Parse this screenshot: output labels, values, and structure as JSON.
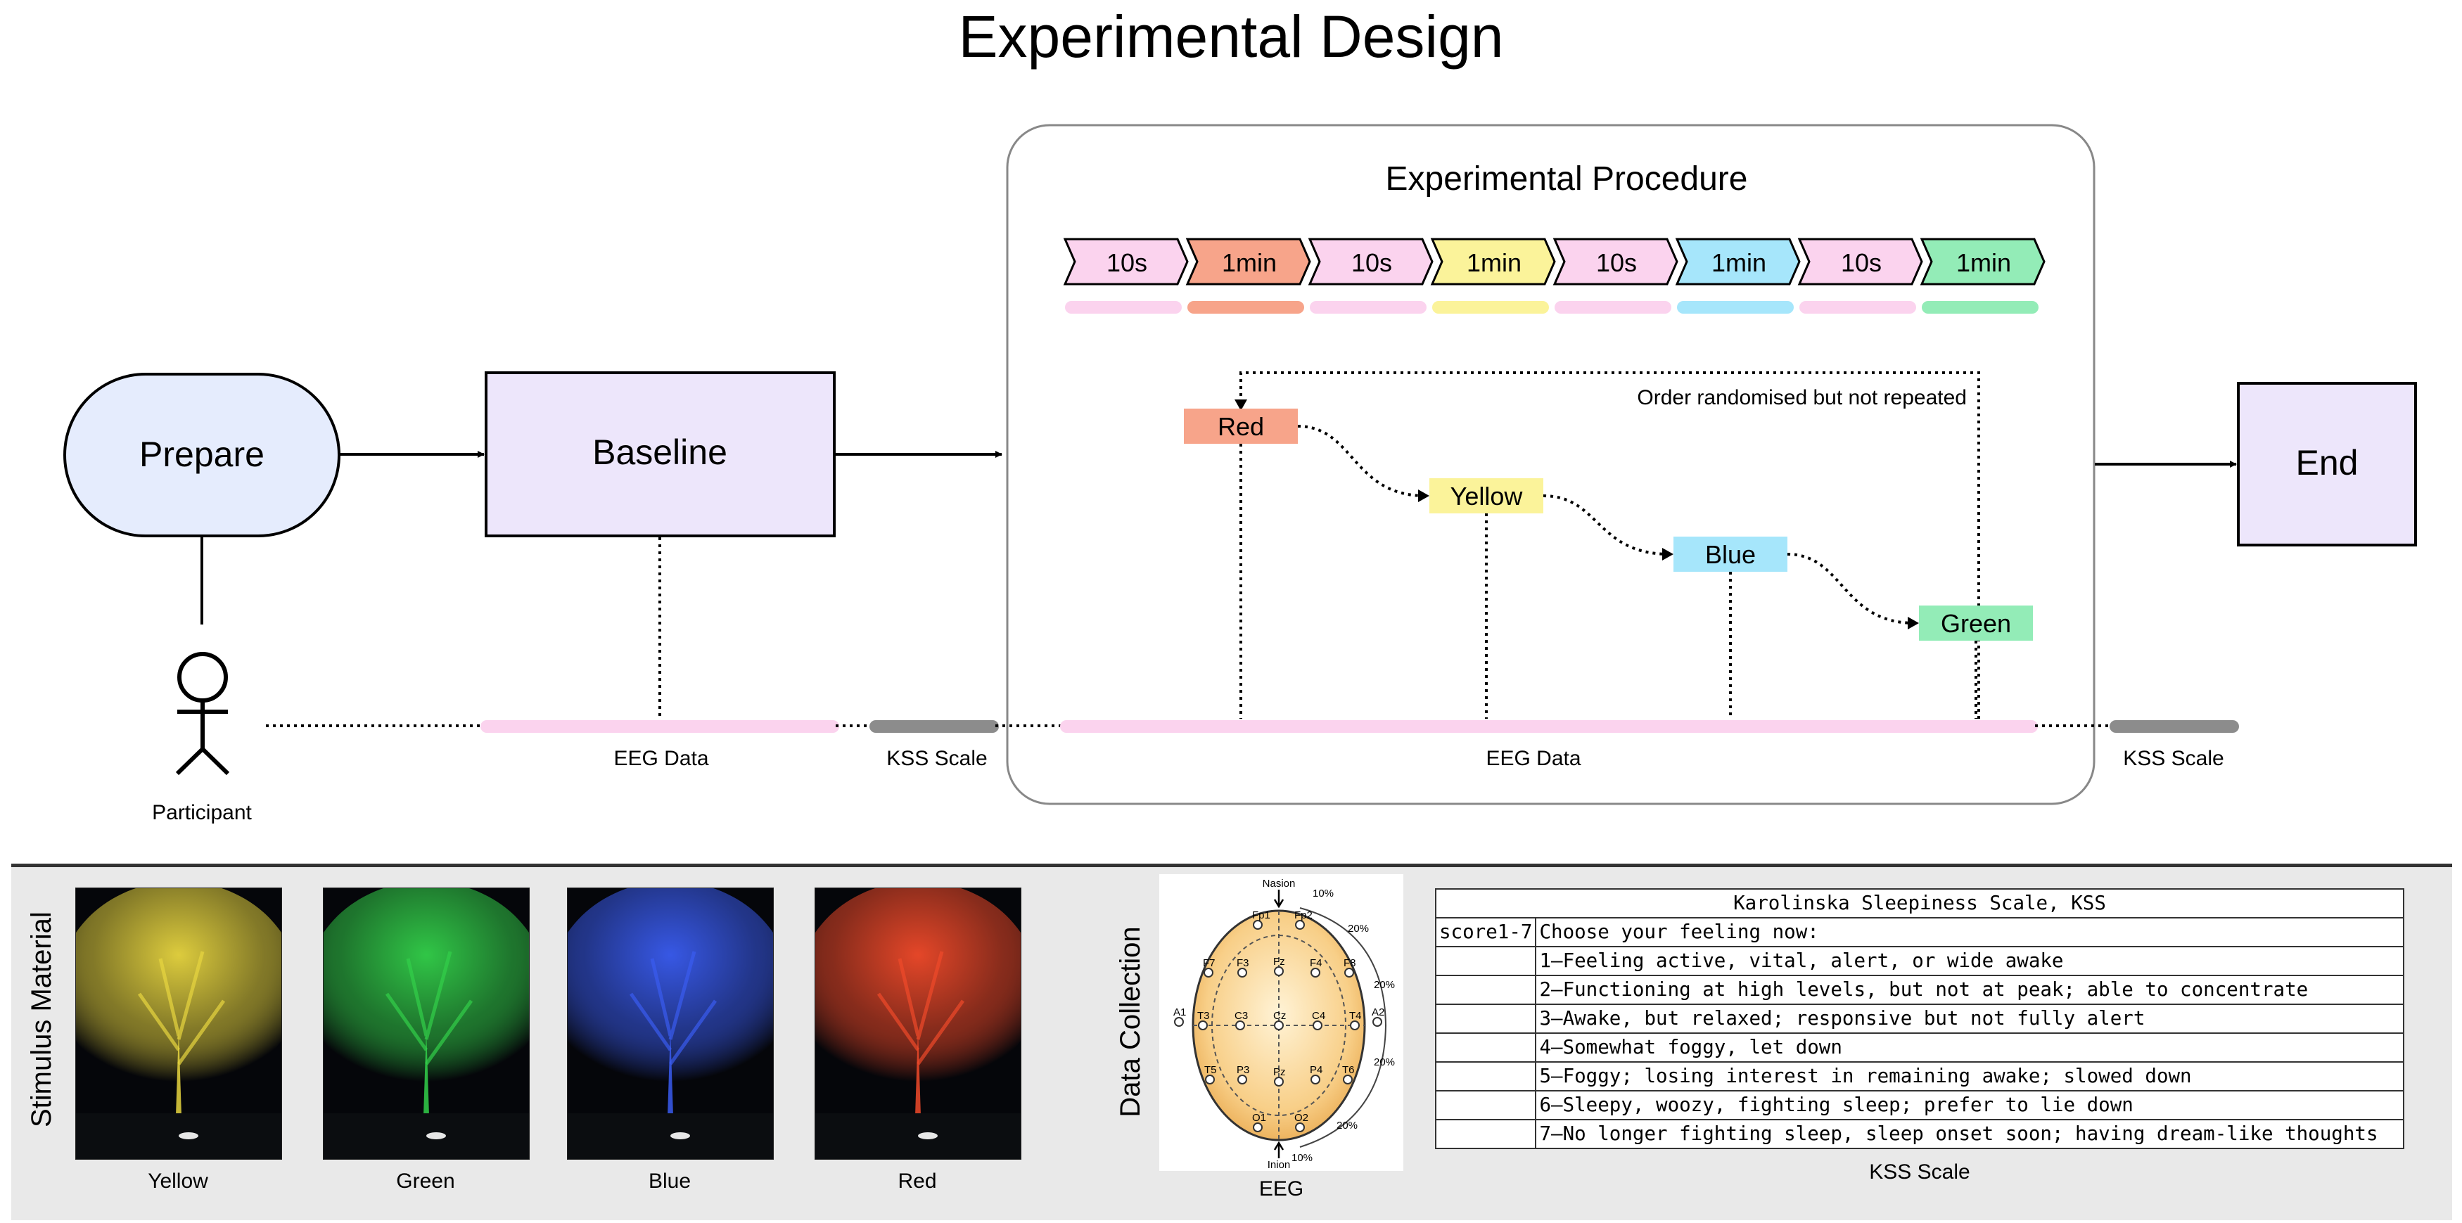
{
  "title": "Experimental Design",
  "flow": {
    "prepare": "Prepare",
    "baseline": "Baseline",
    "end": "End",
    "participant": "Participant",
    "procedure_title": "Experimental Procedure",
    "eeg_data_1": "EEG Data",
    "kss_scale_1": "KSS Scale",
    "eeg_data_2": "EEG Data",
    "kss_scale_2": "KSS Scale",
    "order_note": "Order randomised but not repeated"
  },
  "timeline": [
    {
      "label": "10s",
      "color": "#fbd3ee"
    },
    {
      "label": "1min",
      "color": "#f7a48a"
    },
    {
      "label": "10s",
      "color": "#fbd3ee"
    },
    {
      "label": "1min",
      "color": "#fbf39a"
    },
    {
      "label": "10s",
      "color": "#fbd3ee"
    },
    {
      "label": "1min",
      "color": "#a6e6fb"
    },
    {
      "label": "10s",
      "color": "#fbd3ee"
    },
    {
      "label": "1min",
      "color": "#93ecb7"
    }
  ],
  "conditions": [
    {
      "label": "Red",
      "color": "#f7a48a"
    },
    {
      "label": "Yellow",
      "color": "#fbf39a"
    },
    {
      "label": "Blue",
      "color": "#a6e6fb"
    },
    {
      "label": "Green",
      "color": "#93ecb7"
    }
  ],
  "colors": {
    "prepare_fill": "#e5ecfd",
    "box_fill": "#ede6fb",
    "eeg_bar": "#fbd3ee",
    "kss_bar": "#8c8c8c"
  },
  "stimulus": {
    "section_label": "Stimulus Material",
    "items": [
      {
        "caption": "Yellow",
        "light": "#e8d640"
      },
      {
        "caption": "Green",
        "light": "#33d04a"
      },
      {
        "caption": "Blue",
        "light": "#3a5cf0"
      },
      {
        "caption": "Red",
        "light": "#f04a2a"
      }
    ]
  },
  "data_collection": {
    "section_label": "Data Collection",
    "eeg_caption": "EEG",
    "eeg_labels": {
      "nasion": "Nasion",
      "inion": "Inion",
      "pct10_top": "10%",
      "pct20_a": "20%",
      "pct20_b": "20%",
      "pct20_c": "20%",
      "pct20_d": "20%",
      "pct10_bottom": "10%",
      "electrodes": [
        "Fp1",
        "Fp2",
        "F7",
        "F3",
        "Fz",
        "F4",
        "F8",
        "A1",
        "T3",
        "C3",
        "Cz",
        "C4",
        "T4",
        "A2",
        "T5",
        "P3",
        "Pz",
        "P4",
        "T6",
        "O1",
        "O2"
      ]
    }
  },
  "kss": {
    "title": "Karolinska Sleepiness Scale, KSS",
    "score_label": "score1-7",
    "prompt": "Choose your feeling now:",
    "levels": [
      "1—Feeling active, vital, alert, or wide awake",
      "2—Functioning at high levels, but not at peak; able to concentrate",
      "3—Awake, but relaxed; responsive but not fully alert",
      "4—Somewhat foggy, let down",
      "5—Foggy; losing interest in remaining awake; slowed down",
      "6—Sleepy, woozy, fighting sleep; prefer to lie down",
      "7—No longer fighting sleep, sleep onset soon; having dream-like thoughts"
    ],
    "caption": "KSS Scale"
  }
}
